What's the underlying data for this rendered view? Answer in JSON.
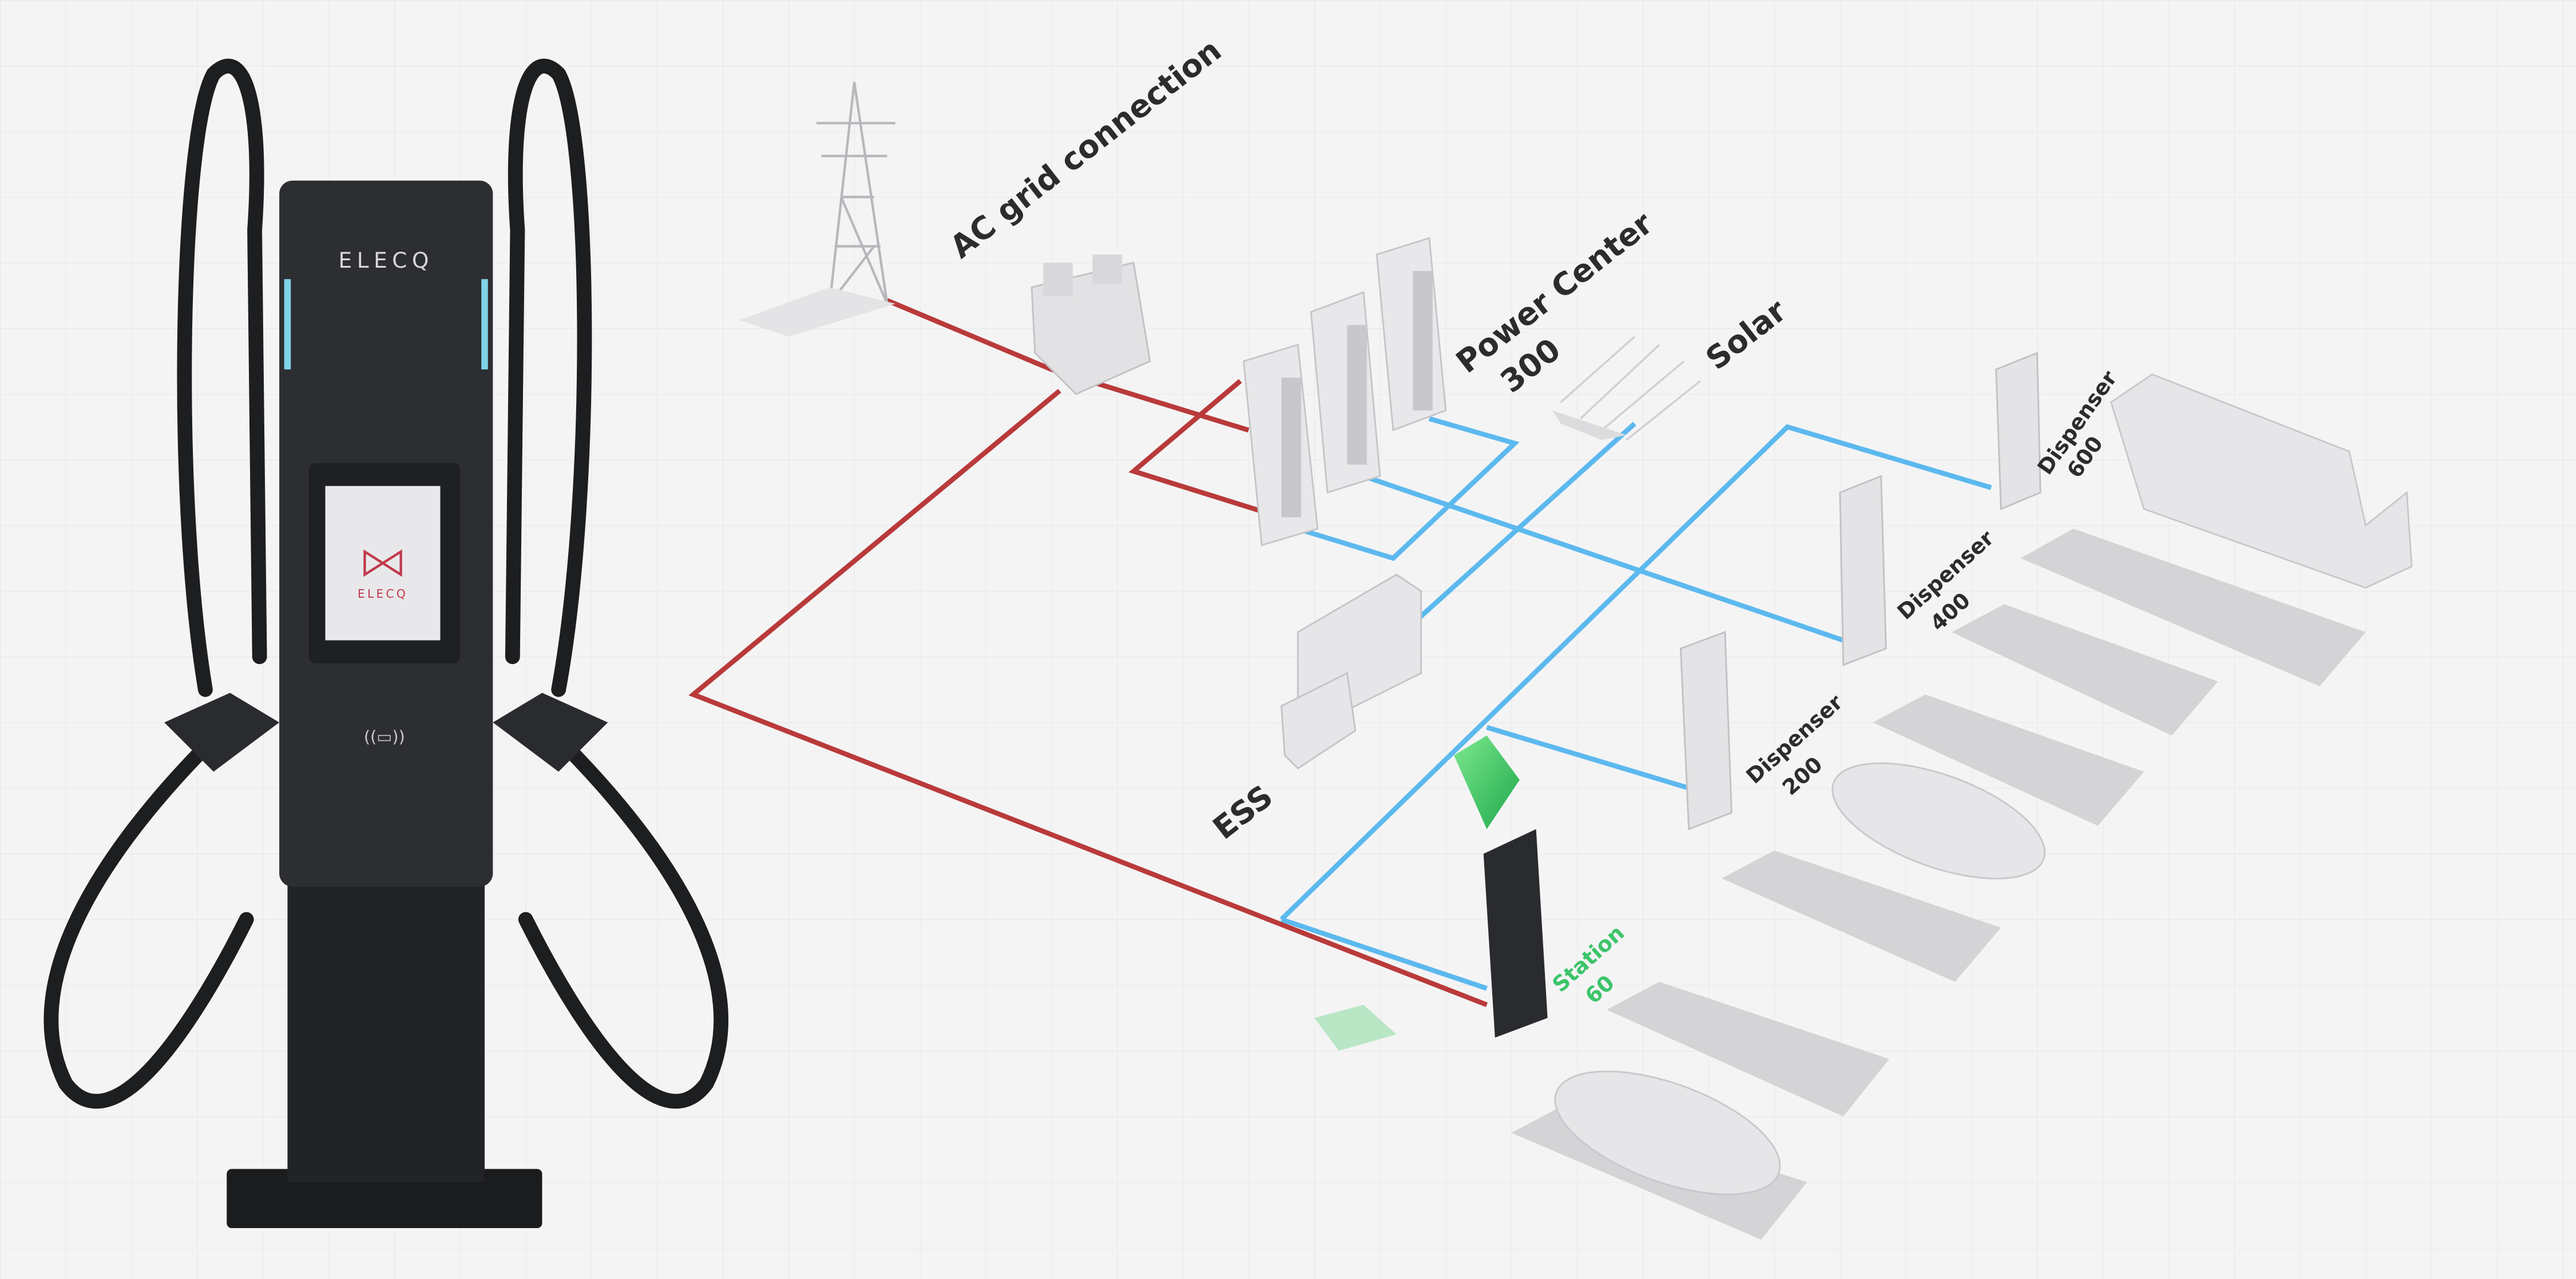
{
  "charger": {
    "brand": "ELECQ",
    "screen_brand": "ELECQ"
  },
  "labels": {
    "grid": "AC grid connection",
    "power_center": "Power Center",
    "power_center_num": "300",
    "solar": "Solar",
    "ess": "ESS",
    "dispenser_600": "Dispenser",
    "dispenser_600_num": "600",
    "dispenser_400": "Dispenser",
    "dispenser_400_num": "400",
    "dispenser_200": "Dispenser",
    "dispenser_200_num": "200",
    "station": "Station",
    "station_num": "60"
  },
  "colors": {
    "ac_line": "#b93a3a",
    "dc_line": "#5cb9ee",
    "highlight": "#3cc46a",
    "background": "#f4f4f5"
  }
}
